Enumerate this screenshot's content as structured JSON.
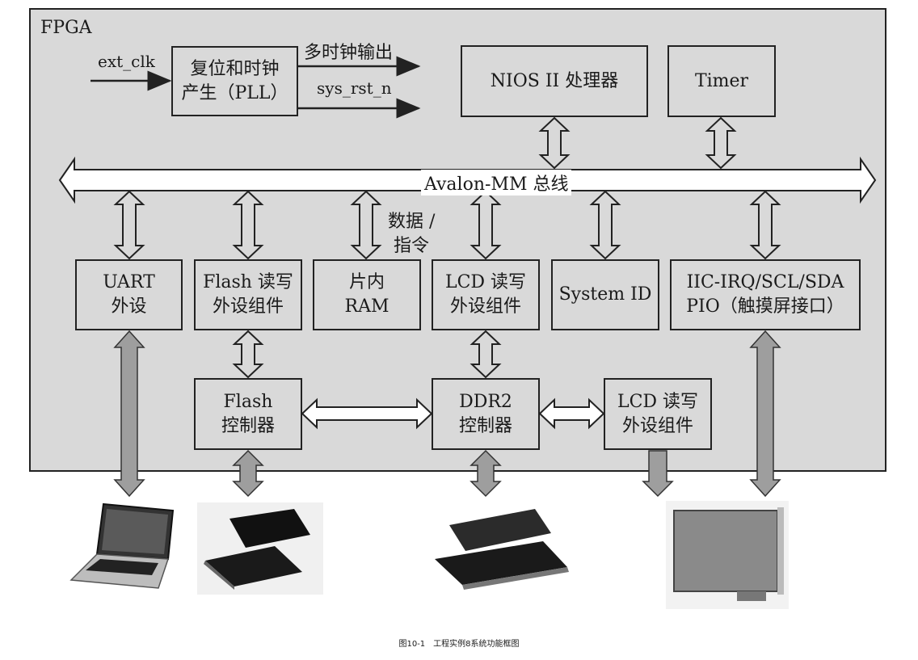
{
  "fpga_label": "FPGA",
  "ext_clk": "ext_clk",
  "pll": {
    "line1": "复位和时钟",
    "line2": "产生（PLL）"
  },
  "multi_clock_out": "多时钟输出",
  "sys_rst_n": "sys_rst_n",
  "nios": "NIOS II 处理器",
  "timer": "Timer",
  "bus": "Avalon-MM 总线",
  "data_instr": {
    "line1": "数据 /",
    "line2": "指令"
  },
  "uart": {
    "line1": "UART",
    "line2": "外设"
  },
  "flash_rw": {
    "line1": "Flash 读写",
    "line2": "外设组件"
  },
  "onchip_ram": {
    "line1": "片内",
    "line2": "RAM"
  },
  "lcd_rw": {
    "line1": "LCD 读写",
    "line2": "外设组件"
  },
  "system_id": "System ID",
  "iic_pio": {
    "line1": "IIC-IRQ/SCL/SDA",
    "line2": "PIO（触摸屏接口）"
  },
  "flash_ctrl": {
    "line1": "Flash",
    "line2": "控制器"
  },
  "ddr2_ctrl": {
    "line1": "DDR2",
    "line2": "控制器"
  },
  "lcd_rw2": {
    "line1": "LCD 读写",
    "line2": "外设组件"
  },
  "caption": "图10-1　工程实例8系统功能框图",
  "colors": {
    "fpga_fill": "#d9d9d9",
    "arrow_fill": "#9e9e9e",
    "line": "#222222"
  }
}
